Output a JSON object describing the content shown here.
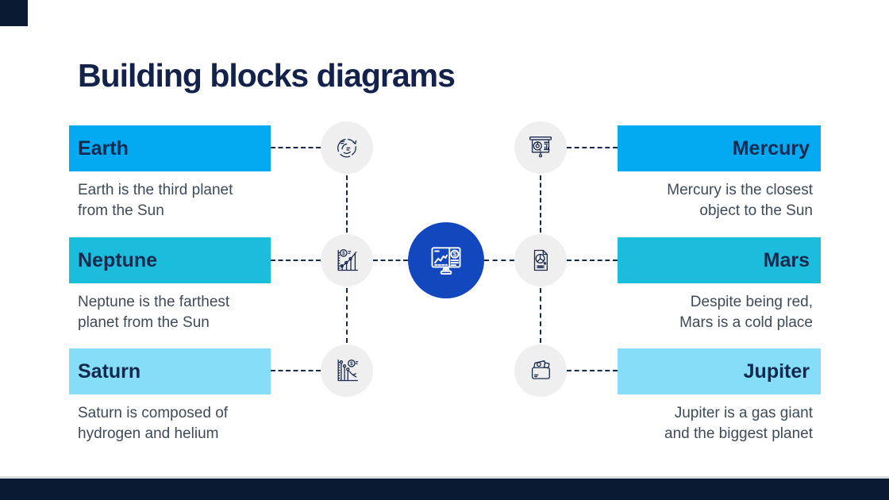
{
  "slide": {
    "title": "Building blocks diagrams"
  },
  "colors": {
    "navy": "#0A1A33",
    "title_text": "#13224A",
    "bright_blue": "#03A9F1",
    "cyan": "#1CBDDC",
    "light_blue": "#85DDF8",
    "center_blue": "#1347BD",
    "icon_bg": "#EFEFEF",
    "connector": "#16294E",
    "description_text": "#3E4A58"
  },
  "left_items": [
    {
      "label": "Earth",
      "description": "Earth is the third planet\nfrom the Sun",
      "bar_color": "#03A9F1",
      "icon": "donut-chart-icon"
    },
    {
      "label": "Neptune",
      "description": "Neptune is the farthest\nplanet from the Sun",
      "bar_color": "#1CBDDC",
      "icon": "growth-chart-icon"
    },
    {
      "label": "Saturn",
      "description": "Saturn is composed of\nhydrogen and helium",
      "bar_color": "#85DDF8",
      "icon": "decline-chart-icon"
    }
  ],
  "right_items": [
    {
      "label": "Mercury",
      "description": "Mercury is the closest\nobject to the Sun",
      "bar_color": "#03A9F1",
      "icon": "presentation-chart-icon"
    },
    {
      "label": "Mars",
      "description": "Despite being red,\nMars is a cold place",
      "bar_color": "#1CBDDC",
      "icon": "pie-report-icon"
    },
    {
      "label": "Jupiter",
      "description": "Jupiter is a gas giant\nand the biggest planet",
      "bar_color": "#85DDF8",
      "icon": "wallet-icon"
    }
  ],
  "center": {
    "icon": "monitor-chart-icon"
  }
}
